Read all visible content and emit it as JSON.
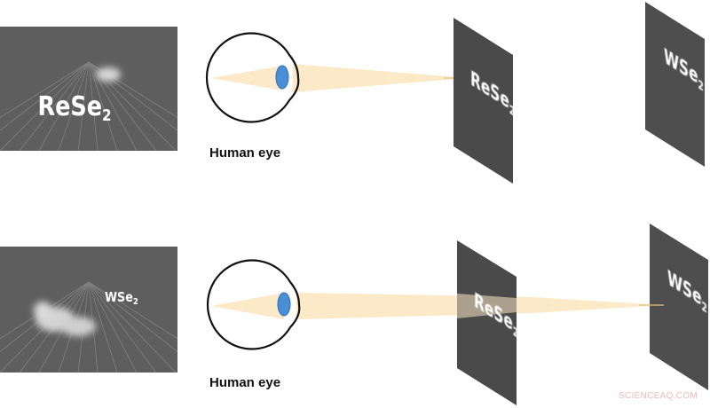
{
  "colors": {
    "scene_bg": "#5e5e5e",
    "grid_line": "#8e8e8e",
    "panel": "#4a4a4a",
    "beam": "#fbe8c4",
    "lens": "#4a8fd6",
    "eye_outline": "#111111"
  },
  "row_top": {
    "scene": {
      "sharp_label": "ReSe",
      "sharp_sub": "2",
      "blurred_label": "WSe2"
    },
    "eye_label": "Human eye",
    "panels": [
      {
        "label": "ReSe",
        "sub": "2",
        "focused": true
      },
      {
        "label": "WSe",
        "sub": "2",
        "focused": false
      }
    ]
  },
  "row_bottom": {
    "scene": {
      "sharp_label": "WSe",
      "sharp_sub": "2",
      "blurred_label": "ReSe2"
    },
    "eye_label": "Human eye",
    "panels": [
      {
        "label": "ReSe",
        "sub": "2",
        "focused": false
      },
      {
        "label": "WSe",
        "sub": "2",
        "focused": true
      }
    ]
  },
  "watermark": "SCIENCEAQ.COM"
}
